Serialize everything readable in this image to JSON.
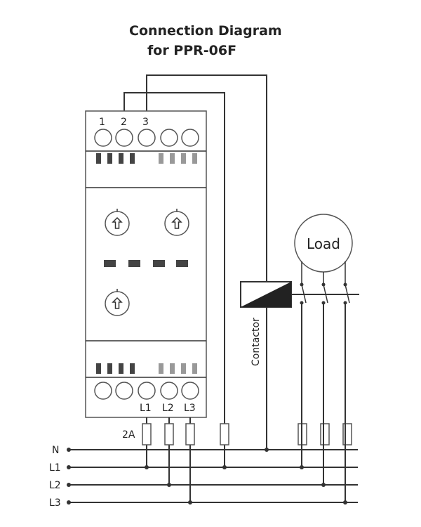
{
  "title": {
    "line1": "Connection Diagram",
    "line2": "for PPR-06F"
  },
  "relay": {
    "top_terminals": [
      "1",
      "2",
      "3"
    ],
    "bottom_terminals": [
      "L1",
      "L2",
      "L3"
    ]
  },
  "fuse_label": "2A",
  "load_label": "Load",
  "contactor_label": "Contactor",
  "lines": [
    "N",
    "L1",
    "L2",
    "L3"
  ],
  "colors": {
    "wire": "#333333",
    "indicator_dark": "#444444",
    "indicator_light": "#999999"
  }
}
